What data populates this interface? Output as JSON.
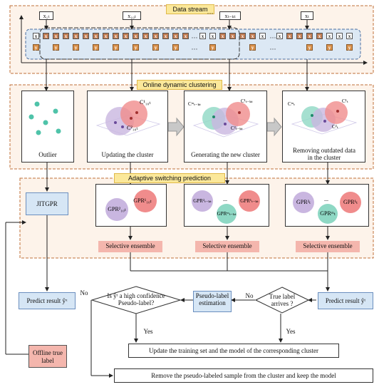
{
  "stream": {
    "title": "Data stream",
    "markers": {
      "first": "x₁ₜ",
      "mid": "x₁₀ₜ",
      "ellipsis": "···",
      "k": "xₜ₋ₖₜ",
      "t": "xₜ"
    },
    "row_x_label": "x",
    "row_y_label": "y",
    "row_ellipsis": "···"
  },
  "clustering": {
    "title": "Online dynamic clustering",
    "panels": [
      {
        "caption": "Outlier"
      },
      {
        "caption": "Updating the cluster",
        "legend": [
          "C¹₁₀ₜ",
          "C²₁₀ₜ"
        ]
      },
      {
        "caption": "Generating the new cluster",
        "legend": [
          "Cᵐₜ₋ₖₜ",
          "C¹ₜ₋ₖₜ",
          "C²ₜ₋ₖₜ"
        ]
      },
      {
        "caption": "Removing outdated data in the cluster",
        "legend": [
          "Cᵐₜ",
          "C¹ₜ",
          "C²ₜ"
        ]
      }
    ]
  },
  "switching": {
    "title": "Adaptive switching prediction",
    "jitgpr": "JITGPR",
    "gpr_groups": [
      {
        "a": "GPR¹₁₀ₜ",
        "b": "GPR²₁₀ₜ"
      },
      {
        "a": "GPR²ₜ₋ₖₜ",
        "ellipsis": "...",
        "b": "GPR¹ₜ₋ₖₜ",
        "c": "GPRᵐₜ₋ₖₜ"
      },
      {
        "a": "GPR²ₜ",
        "ellipsis": "...",
        "b": "GPR¹ₜ",
        "c": "GPRᵐₜ"
      }
    ],
    "selective": "Selective ensemble"
  },
  "flow": {
    "predict_left": "Predict result ŷˣ",
    "predict_right": "Predict result ŷᵗ",
    "offline_label": "Offline true label",
    "true_label_q": "True label arrives ?",
    "pseudo_est": "Pseudo-label estimation",
    "high_conf_q": "Is ŷᵗ a high confidence Pseudo-label?",
    "no1": "No",
    "no2": "No",
    "yes1": "Yes",
    "yes2": "Yes",
    "update": "Update the training set  and the model of the corresponding cluster",
    "remove": "Remove the pseudo-labeled sample from the cluster and keep the model"
  }
}
